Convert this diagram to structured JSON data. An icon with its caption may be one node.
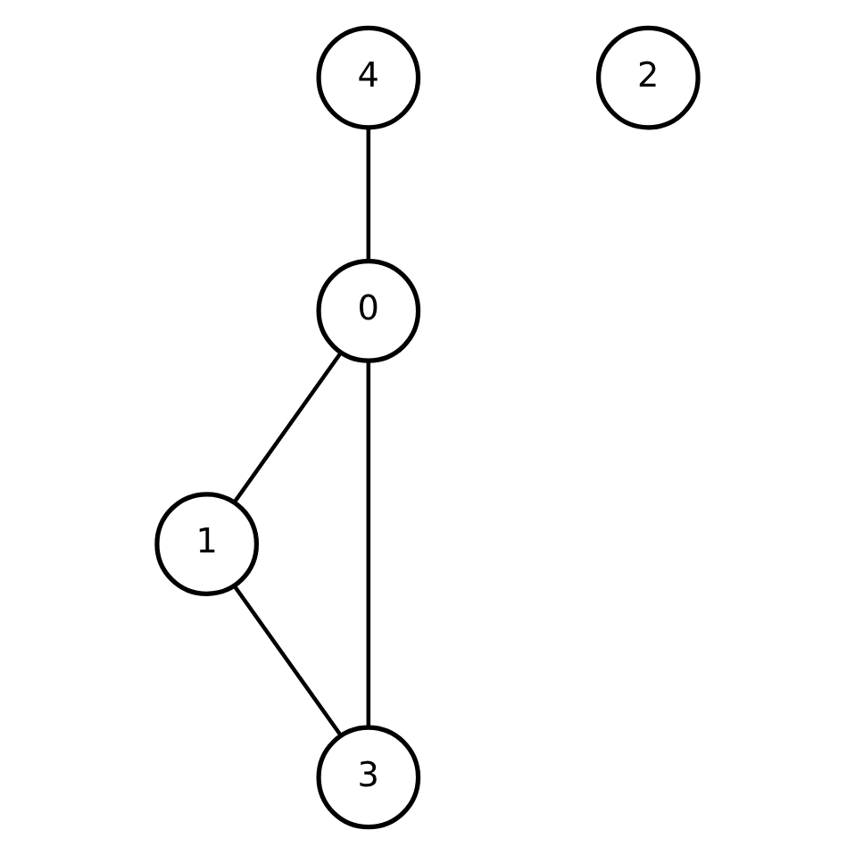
{
  "diagram": {
    "nodes": [
      {
        "text": [
          "4"
        ]
      },
      {
        "text": [
          "2"
        ]
      },
      {
        "text": [
          "0"
        ]
      },
      {
        "text": [
          "1"
        ]
      },
      {
        "text": [
          "3"
        ]
      }
    ],
    "edges": [
      {
        "from": 0,
        "to": 2,
        "arrow": "none"
      },
      {
        "from": 2,
        "to": 3,
        "arrow": "none"
      },
      {
        "from": 3,
        "to": 4,
        "arrow": "none"
      },
      {
        "from": 2,
        "to": 4,
        "arrow": "none"
      }
    ]
  }
}
